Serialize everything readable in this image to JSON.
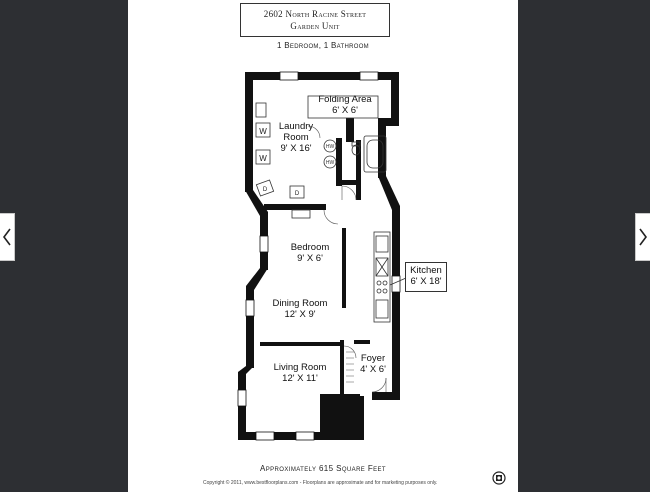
{
  "viewer": {
    "prev_icon": "chevron-left-icon",
    "next_icon": "chevron-right-icon",
    "colors": {
      "backdrop": "#2d2f33",
      "page": "#ffffff",
      "walls": "#111111"
    }
  },
  "floorplan": {
    "title_line1": "2602 North Racine Street",
    "title_line2": "Garden Unit",
    "subtitle": "1 Bedroom, 1 Bathroom",
    "rooms": {
      "folding_area": {
        "name": "Folding Area",
        "size": "6' X 6'"
      },
      "laundry": {
        "name": "Laundry",
        "name2": "Room",
        "size": "9' X 16'"
      },
      "bedroom": {
        "name": "Bedroom",
        "size": "9' X 6'"
      },
      "kitchen": {
        "name": "Kitchen",
        "size": "6' X 18'"
      },
      "dining": {
        "name": "Dining Room",
        "size": "12' X 9'"
      },
      "living": {
        "name": "Living Room",
        "size": "12' X 11'"
      },
      "foyer": {
        "name": "Foyer",
        "size": "4' X 6'"
      }
    },
    "fixtures": {
      "washer_label": "W",
      "dryer_label": "D",
      "water_heater_label": "HW"
    },
    "footer": "Approximately 615 Square Feet",
    "copyright": "Copyright © 2011, www.bestfloorplans.com - Floorplans are approximate and for marketing purposes only.",
    "brand_icon": "floorplan-logo-icon"
  }
}
